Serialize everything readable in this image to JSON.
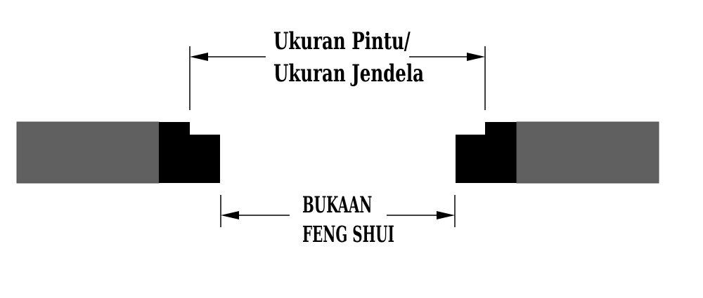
{
  "diagram": {
    "top_dimension": {
      "label_line1": "Ukuran Pintu/",
      "label_line2": "Ukuran Jendela"
    },
    "bottom_dimension": {
      "label_line1": "BUKAAN",
      "label_line2": "FENG SHUI"
    },
    "colors": {
      "wall": "#606060",
      "frame": "#000000",
      "line": "#000000",
      "background": "#ffffff"
    }
  }
}
